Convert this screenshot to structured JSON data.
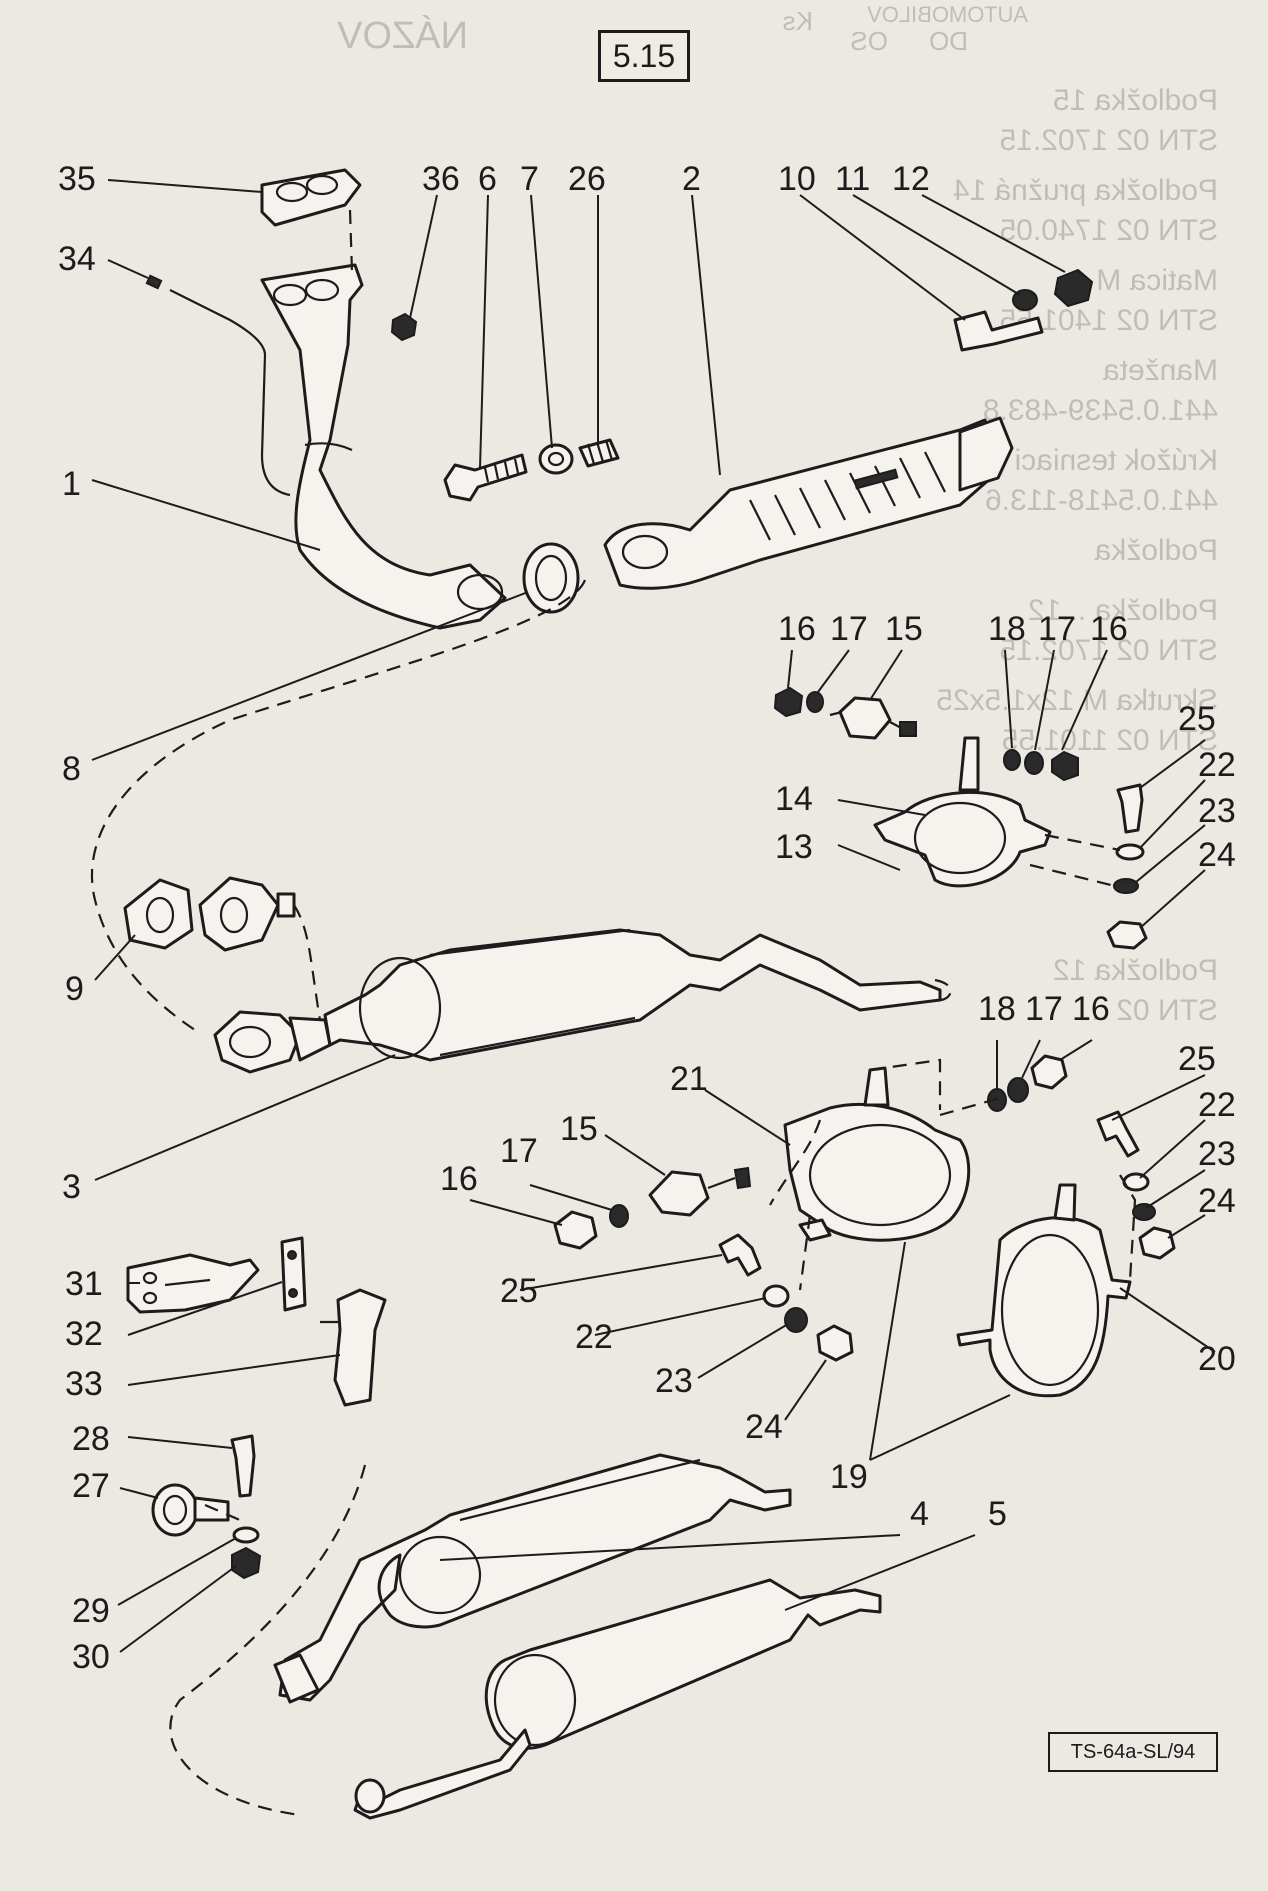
{
  "page_number": "5.15",
  "drawing_code": "TS-64a-SL/94",
  "part_numbers": [
    "1",
    "2",
    "3",
    "4",
    "5",
    "6",
    "7",
    "8",
    "9",
    "10",
    "11",
    "12",
    "13",
    "14",
    "15",
    "16",
    "17",
    "18",
    "19",
    "20",
    "21",
    "22",
    "23",
    "24",
    "25",
    "26",
    "27",
    "28",
    "29",
    "30",
    "31",
    "32",
    "33",
    "34",
    "35",
    "36"
  ],
  "callouts": [
    {
      "n": "35"
    },
    {
      "n": "36"
    },
    {
      "n": "6"
    },
    {
      "n": "7"
    },
    {
      "n": "26"
    },
    {
      "n": "2"
    },
    {
      "n": "10"
    },
    {
      "n": "11"
    },
    {
      "n": "12"
    },
    {
      "n": "34"
    },
    {
      "n": "1"
    },
    {
      "n": "8"
    },
    {
      "n": "16"
    },
    {
      "n": "17"
    },
    {
      "n": "15"
    },
    {
      "n": "18"
    },
    {
      "n": "17"
    },
    {
      "n": "16"
    },
    {
      "n": "25"
    },
    {
      "n": "14"
    },
    {
      "n": "22"
    },
    {
      "n": "13"
    },
    {
      "n": "23"
    },
    {
      "n": "24"
    },
    {
      "n": "9"
    },
    {
      "n": "18"
    },
    {
      "n": "17"
    },
    {
      "n": "16"
    },
    {
      "n": "3"
    },
    {
      "n": "21"
    },
    {
      "n": "15"
    },
    {
      "n": "17"
    },
    {
      "n": "16"
    },
    {
      "n": "25"
    },
    {
      "n": "22"
    },
    {
      "n": "23"
    },
    {
      "n": "24"
    },
    {
      "n": "31"
    },
    {
      "n": "32"
    },
    {
      "n": "33"
    },
    {
      "n": "25"
    },
    {
      "n": "22"
    },
    {
      "n": "23"
    },
    {
      "n": "24"
    },
    {
      "n": "20"
    },
    {
      "n": "28"
    },
    {
      "n": "27"
    },
    {
      "n": "19"
    },
    {
      "n": "4"
    },
    {
      "n": "5"
    },
    {
      "n": "29"
    },
    {
      "n": "30"
    }
  ],
  "bleed_through": {
    "header_texts": [
      "AUTOMOBILOV",
      "DO",
      "OS",
      "Ks",
      "NÁZOV"
    ],
    "lines": [
      "Podložka 15",
      "STN 02 1702.15",
      "Podložka pružná 14",
      "STN 02 1740.05",
      "Matica M",
      "STN 02 1401.55",
      "Manžeta",
      "441.0.5439-483.8",
      "Krúžok tesniaci",
      "441.0.5418-113.6",
      "Podložka",
      "Podložka ...12",
      "STN 02 1702.15",
      "Skrutka M 12x1.5x25",
      "STN 02 1101.55",
      "Podložka 12",
      "STN 02 ..."
    ]
  }
}
